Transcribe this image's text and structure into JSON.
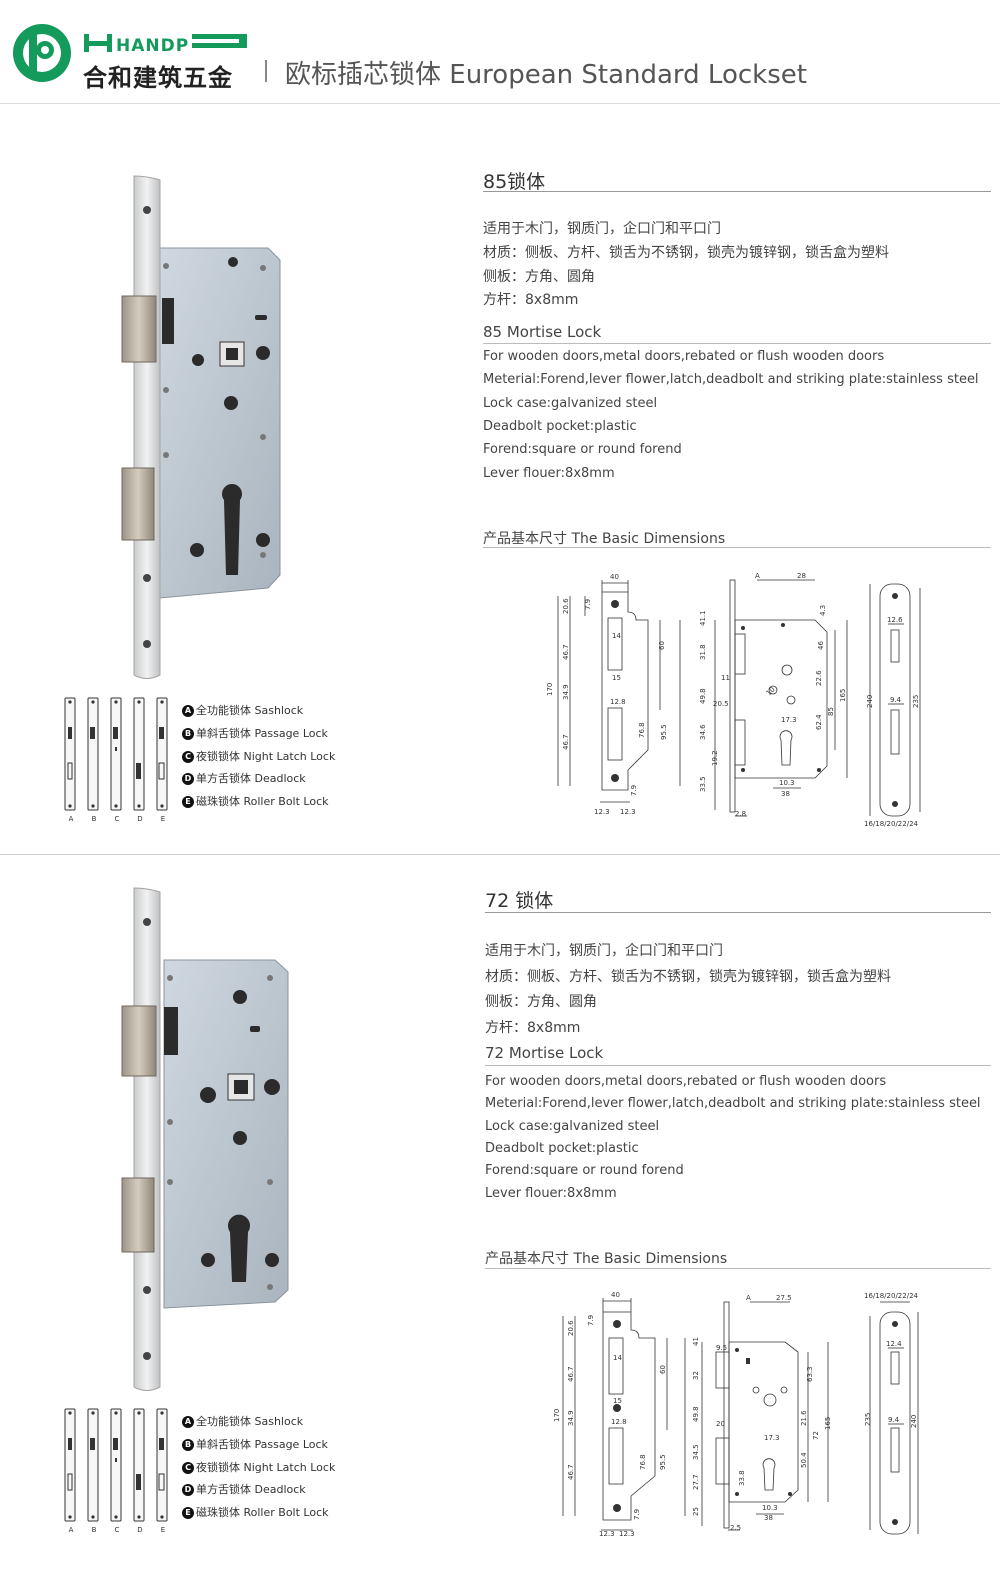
{
  "header": {
    "logo_word": "HANDP",
    "brand_cn": "合和建筑五金",
    "title": "欧标插芯锁体 European Standard Lockset",
    "accent_color": "#149a5b"
  },
  "products": [
    {
      "title": "85锁体",
      "cn_lines": [
        "适用于木门，钢质门，企口门和平口门",
        "材质：侧板、方杆、锁舌为不锈钢，锁壳为镀锌钢，锁舌盒为塑料",
        "侧板：方角、圆角",
        "方杆：8x8mm"
      ],
      "en_title": "85 Mortise Lock",
      "en_lines": [
        "For wooden doors,metal doors,rebated or flush wooden doors",
        "Meterial:Forend,lever flower,latch,deadbolt and striking plate:stainless steel",
        "Lock case:galvanized steel",
        "Deadbolt pocket:plastic",
        "Forend:square or round forend",
        "Lever flouer:8x8mm"
      ],
      "dims_title": "产品基本尺寸  The Basic Dimensions",
      "dims": {
        "a": [
          "40",
          "20.6",
          "7.9",
          "14",
          "15",
          "12.8",
          "46.7",
          "34.9",
          "46.7",
          "60",
          "76.8",
          "95.5",
          "170",
          "7.9",
          "12.3",
          "12.3"
        ],
        "b": [
          "A",
          "28",
          "4.3",
          "46",
          "41.1",
          "31.8",
          "11",
          "22.6",
          "20.5",
          "49.8",
          "10",
          "62.4",
          "85",
          "165",
          "17.3",
          "34.6",
          "19.2",
          "33.5",
          "10.3",
          "38",
          "2.8"
        ],
        "c": [
          "12.6",
          "9.4",
          "240",
          "235",
          "16/18/20/22/24"
        ]
      }
    },
    {
      "title": "72 锁体",
      "cn_lines": [
        "适用于木门，钢质门，企口门和平口门",
        "材质：侧板、方杆、锁舌为不锈钢，锁壳为镀锌钢，锁舌盒为塑料",
        "侧板：方角、圆角",
        "方杆：8x8mm"
      ],
      "en_title": "72 Mortise Lock",
      "en_lines": [
        "For wooden doors,metal doors,rebated or flush wooden doors",
        "Meterial:Forend,lever flower,latch,deadbolt and striking plate:stainless steel",
        "Lock case:galvanized steel",
        "Deadbolt pocket:plastic",
        "Forend:square or round forend",
        "Lever flouer:8x8mm"
      ],
      "dims_title": "产品基本尺寸  The Basic Dimensions",
      "dims": {
        "a": [
          "40",
          "20.6",
          "7.9",
          "14",
          "15",
          "12.8",
          "46.7",
          "34.9",
          "46.7",
          "60",
          "76.8",
          "95.5",
          "170",
          "7.9",
          "12.3",
          "12.3"
        ],
        "b": [
          "A",
          "27.5",
          "9.5",
          "41",
          "32",
          "63.3",
          "49.8",
          "20",
          "21.6",
          "72",
          "165",
          "17.3",
          "34.5",
          "50.4",
          "27.7",
          "25",
          "33.8",
          "10.3",
          "38",
          "2.5"
        ],
        "c": [
          "16/18/20/22/24",
          "12.4",
          "9.4",
          "235",
          "240"
        ]
      }
    }
  ],
  "variants": [
    {
      "letter": "A",
      "label": "全功能锁体 Sashlock"
    },
    {
      "letter": "B",
      "label": "单斜舌锁体 Passage Lock"
    },
    {
      "letter": "C",
      "label": "夜锁锁体 Night Latch Lock"
    },
    {
      "letter": "D",
      "label": "单方舌锁体 Deadlock"
    },
    {
      "letter": "E",
      "label": "磁珠锁体 Roller Bolt Lock"
    }
  ]
}
